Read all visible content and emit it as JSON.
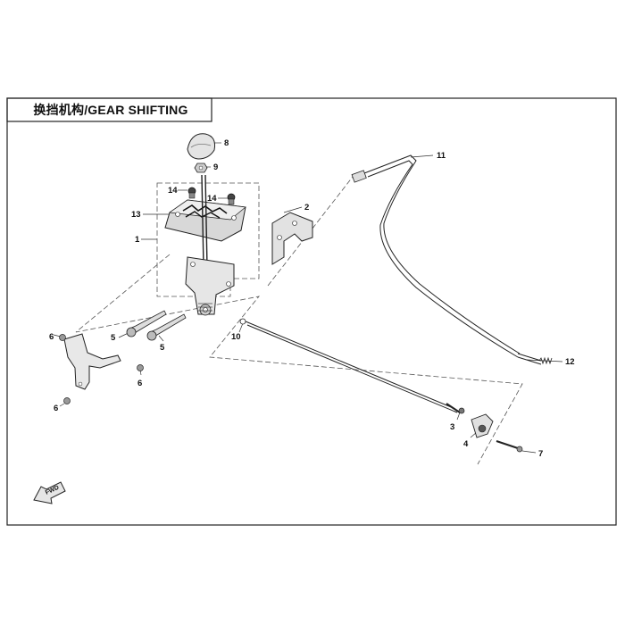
{
  "title": "换挡机构/GEAR SHIFTING",
  "fwd_label": "FWD",
  "callouts": {
    "c1": "1",
    "c2": "2",
    "c3": "3",
    "c4": "4",
    "c5a": "5",
    "c5b": "5",
    "c6a": "6",
    "c6b": "6",
    "c6c": "6",
    "c7": "7",
    "c8": "8",
    "c9": "9",
    "c10": "10",
    "c11": "11",
    "c12": "12",
    "c13": "13",
    "c14a": "14",
    "c14b": "14"
  }
}
